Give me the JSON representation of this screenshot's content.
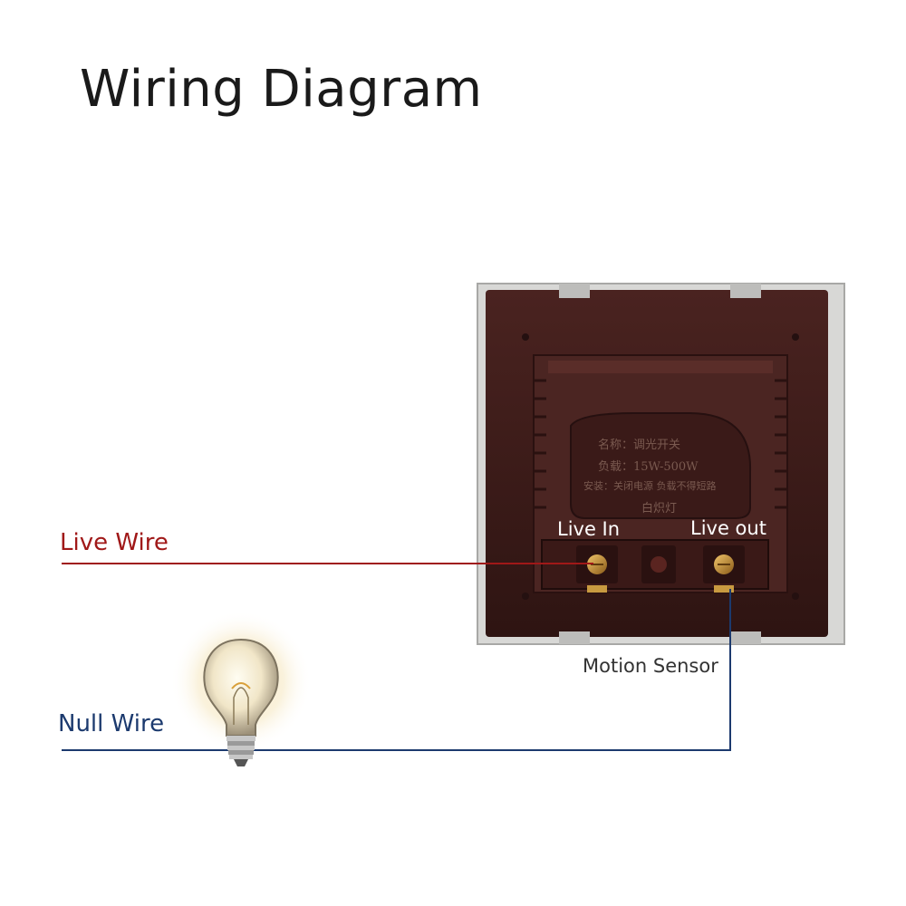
{
  "title": "Wiring Diagram",
  "wires": {
    "live": {
      "label": "Live Wire",
      "color": "#a01818"
    },
    "null": {
      "label": "Null Wire",
      "color": "#1c3a6e"
    }
  },
  "device": {
    "caption": "Motion Sensor",
    "terminal_in": "Live In",
    "terminal_out": "Live out",
    "plate_lines": [
      "名称：调光开关",
      "负载：15W-500W",
      "安装：关闭电源 负载不得短路",
      "白炽灯"
    ]
  },
  "icons": [
    "light-bulb-icon"
  ],
  "colors": {
    "housing": "#3e1c19",
    "frame": "#d4d4d2",
    "title": "#1a1a1a"
  }
}
